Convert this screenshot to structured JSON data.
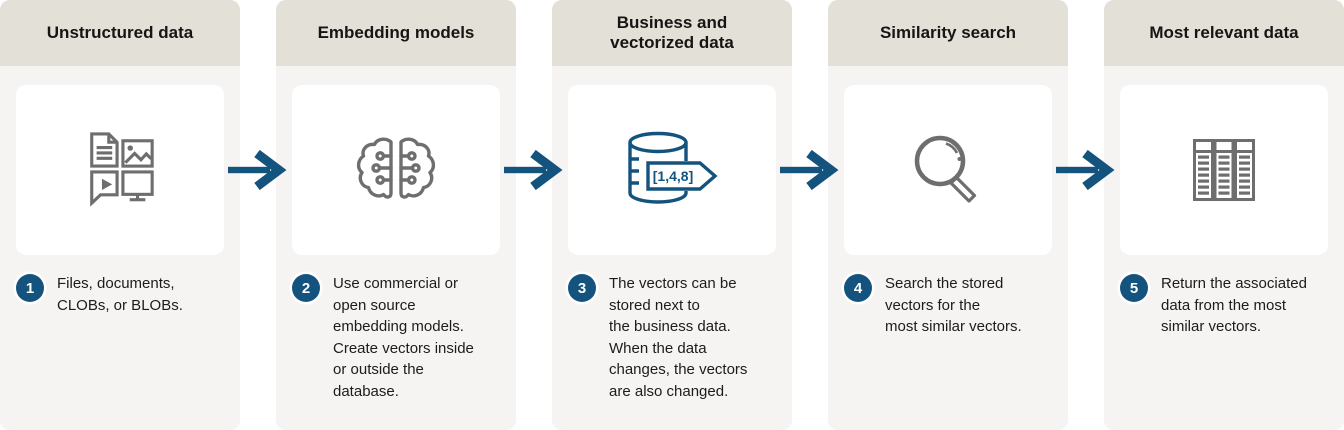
{
  "diagram": {
    "type": "process-flow",
    "step_count": 5,
    "arrow_direction": "right"
  },
  "colors": {
    "accent_blue": "#14537E",
    "icon_gray": "#6E6E6E",
    "header_band": "#E3E0D8",
    "panel_bg": "#F5F4F2",
    "card_bg": "#FFFFFF",
    "text": "#1D1C1A",
    "title_text": "#161513"
  },
  "columns": [
    {
      "title": "Unstructured data",
      "step_number": "1",
      "description": "Files, documents,\nCLOBs, or BLOBs.",
      "icon": "unstructured-data-icon"
    },
    {
      "title": "Embedding models",
      "step_number": "2",
      "description": "Use commercial or\nopen source\nembedding models.\nCreate vectors inside\nor outside the\ndatabase.",
      "icon": "brain-circuit-icon"
    },
    {
      "title": "Business and\nvectorized data",
      "step_number": "3",
      "description": "The vectors can be\nstored next to\nthe business data.\nWhen the data\nchanges, the vectors\nare also changed.",
      "icon": "database-vector-icon",
      "vector_label": "[1,4,8]"
    },
    {
      "title": "Similarity search",
      "step_number": "4",
      "description": "Search the stored\nvectors for the\nmost similar vectors.",
      "icon": "magnifier-icon"
    },
    {
      "title": "Most relevant data",
      "step_number": "5",
      "description": "Return the associated\ndata from the most\nsimilar vectors.",
      "icon": "table-columns-icon"
    }
  ]
}
